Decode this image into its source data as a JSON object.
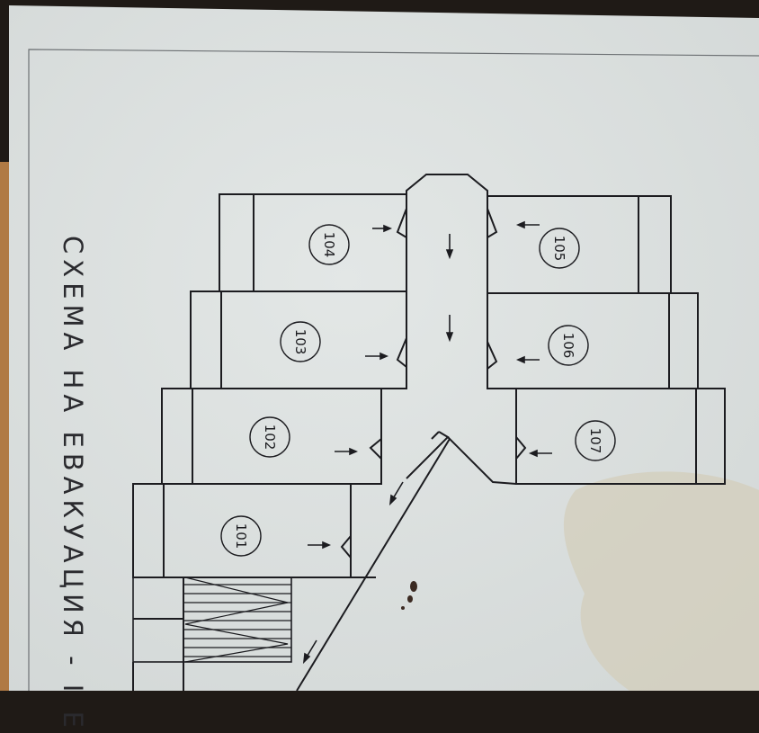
{
  "title": "СХЕМА НА ЕВАКУАЦИЯ - I Е",
  "rooms": [
    {
      "id": "room-101",
      "number": "101"
    },
    {
      "id": "room-102",
      "number": "102"
    },
    {
      "id": "room-103",
      "number": "103"
    },
    {
      "id": "room-104",
      "number": "104"
    },
    {
      "id": "room-105",
      "number": "105"
    },
    {
      "id": "room-106",
      "number": "106"
    },
    {
      "id": "room-107",
      "number": "107"
    }
  ],
  "colors": {
    "paper": "#dde2e1",
    "ink": "#1c1c20",
    "stain": "#cfc8b4"
  }
}
